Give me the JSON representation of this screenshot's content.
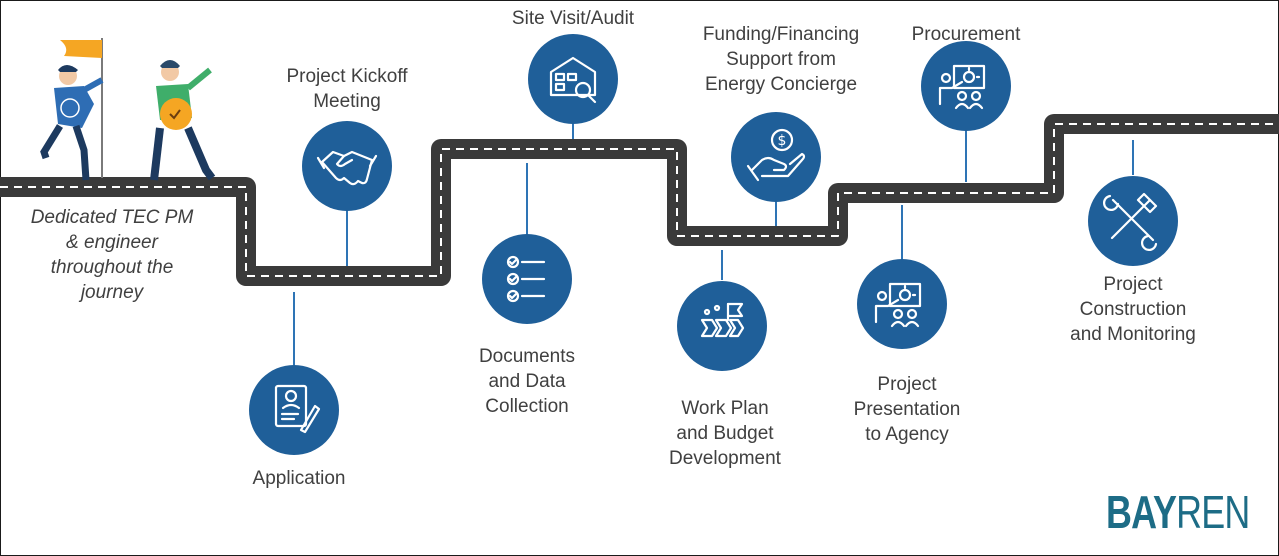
{
  "diagram": {
    "colors": {
      "road": "#3a3a3a",
      "road_dash": "#ffffff",
      "circle": "#1f5f99",
      "connector": "#2e74b5",
      "text": "#404040",
      "brand": "#1d6c86"
    },
    "side_note": "Dedicated TEC PM & engineer throughout the journey",
    "steps": [
      {
        "id": "application",
        "label_lines": [
          "Application"
        ],
        "icon": "application-form-icon"
      },
      {
        "id": "kickoff",
        "label_lines": [
          "Project Kickoff",
          "Meeting"
        ],
        "icon": "handshake-icon"
      },
      {
        "id": "documents",
        "label_lines": [
          "Documents",
          "and Data",
          "Collection"
        ],
        "icon": "checklist-icon"
      },
      {
        "id": "site-visit",
        "label_lines": [
          "Site Visit/Audit"
        ],
        "icon": "building-search-icon"
      },
      {
        "id": "work-plan",
        "label_lines": [
          "Work Plan",
          "and Budget",
          "Development"
        ],
        "icon": "flag-path-icon"
      },
      {
        "id": "funding",
        "label_lines": [
          "Funding/Financing",
          "Support from",
          "Energy Concierge"
        ],
        "icon": "hand-coin-icon"
      },
      {
        "id": "presentation",
        "label_lines": [
          "Project",
          "Presentation",
          "to Agency"
        ],
        "icon": "presentation-icon"
      },
      {
        "id": "procurement",
        "label_lines": [
          "Procurement"
        ],
        "icon": "presentation-icon"
      },
      {
        "id": "construction",
        "label_lines": [
          "Project",
          "Construction",
          "and Monitoring"
        ],
        "icon": "wrench-hammer-icon"
      }
    ],
    "logo": {
      "part1": "BAY",
      "part2": "REN"
    }
  }
}
